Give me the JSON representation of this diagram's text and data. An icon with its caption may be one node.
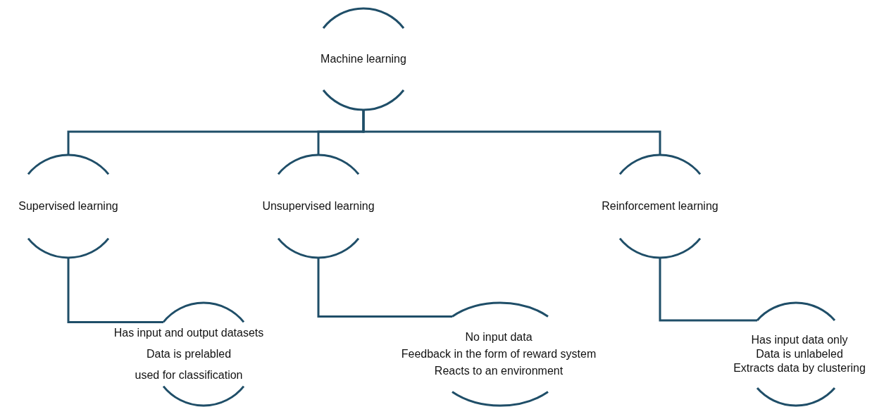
{
  "diagram": {
    "nodes": [
      {
        "text": [
          "Machine learning"
        ]
      },
      {
        "text": [
          "Supervised learning"
        ]
      },
      {
        "text": [
          "Unsupervised learning"
        ]
      },
      {
        "text": [
          "Reinforcement learning"
        ]
      },
      {
        "text": [
          "Has input and output datasets",
          "Data is prelabled",
          "used for classification"
        ]
      },
      {
        "text": [
          "No input data",
          "Feedback in the form of reward system",
          "Reacts to an environment"
        ]
      },
      {
        "text": [
          "Has input data only",
          "Data is unlabeled",
          "Extracts data by clustering"
        ]
      }
    ],
    "edges": [
      {
        "from": 0,
        "to": 1,
        "arrow": "none"
      },
      {
        "from": 0,
        "to": 2,
        "arrow": "none"
      },
      {
        "from": 0,
        "to": 3,
        "arrow": "none"
      },
      {
        "from": 1,
        "to": 4,
        "arrow": "none"
      },
      {
        "from": 2,
        "to": 5,
        "arrow": "none"
      },
      {
        "from": 3,
        "to": 6,
        "arrow": "none"
      }
    ]
  }
}
